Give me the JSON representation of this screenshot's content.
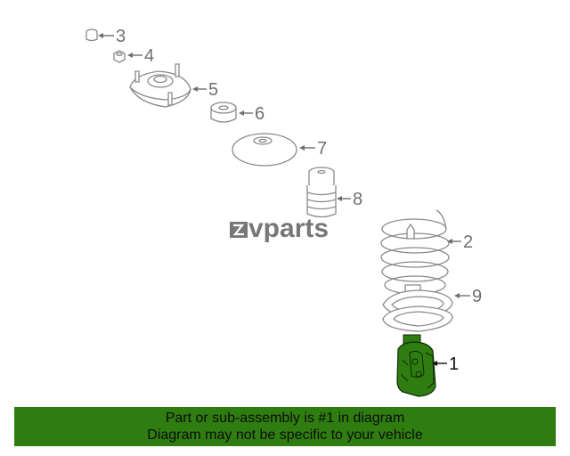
{
  "watermark": {
    "brand": "vparts"
  },
  "callouts": [
    {
      "id": "3",
      "label": "3"
    },
    {
      "id": "4",
      "label": "4"
    },
    {
      "id": "5",
      "label": "5"
    },
    {
      "id": "6",
      "label": "6"
    },
    {
      "id": "7",
      "label": "7"
    },
    {
      "id": "8",
      "label": "8"
    },
    {
      "id": "2",
      "label": "2"
    },
    {
      "id": "9",
      "label": "9"
    },
    {
      "id": "1",
      "label": "1"
    }
  ],
  "highlight_color": "#2f7d10",
  "banner": {
    "line1": "Part or sub-assembly is #1 in diagram",
    "line2": "Diagram may not be specific to your vehicle",
    "background": "#2f7d10"
  }
}
